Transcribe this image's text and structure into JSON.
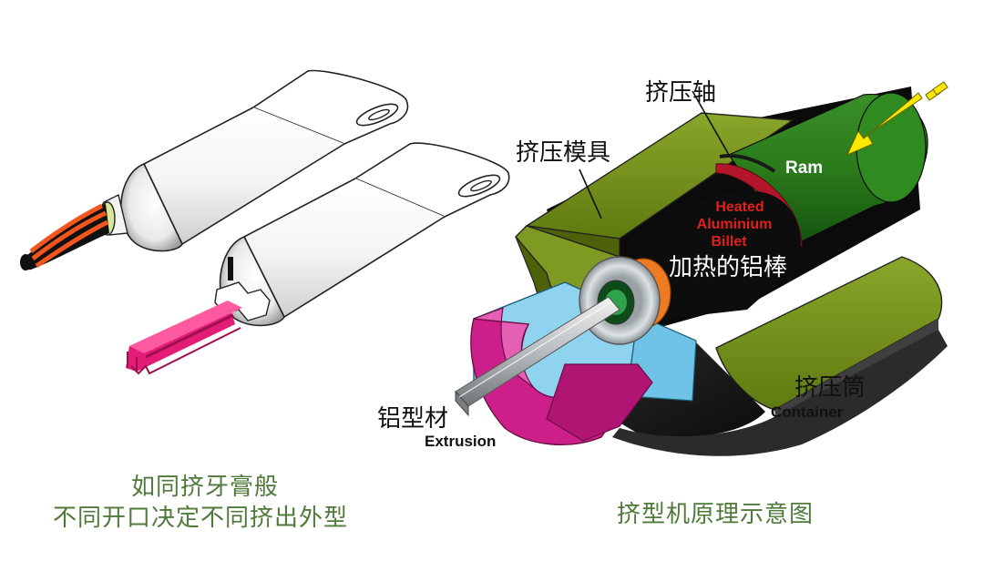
{
  "labels": {
    "ram_cn": "挤压轴",
    "die_cn": "挤压模具",
    "ram_en": "Ram",
    "billet_en_1": "Heated",
    "billet_en_2": "Aluminium",
    "billet_en_3": "Billet",
    "billet_cn": "加热的铝棒",
    "container_cn": "挤压筒",
    "container_en": "Container",
    "extrusion_cn": "铝型材",
    "extrusion_en": "Extrusion"
  },
  "captions": {
    "left_line1": "如同挤牙膏般",
    "left_line2": "不同开口决定不同挤出外型",
    "right": "挤型机原理示意图"
  },
  "colors": {
    "caption_green": "#4f7a3a",
    "container_green": "#6f8f1a",
    "ram_green": "#2e7d1e",
    "billet_red": "#b3162a",
    "die_magenta": "#cc1f8a",
    "die_blue": "#8fd3ee",
    "toothpaste_stripe": "#f2551e",
    "profile_pink": "#e31c78"
  }
}
